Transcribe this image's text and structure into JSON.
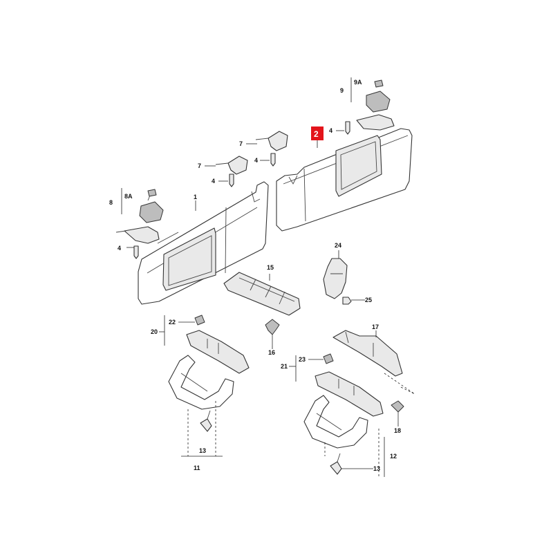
{
  "diagram": {
    "highlight": {
      "text": "2",
      "color": "#e3141b"
    },
    "labels": {
      "l1": "1",
      "l4a": "4",
      "l4b": "4",
      "l4c": "4",
      "l4d": "4",
      "l7a": "7",
      "l7b": "7",
      "l8": "8",
      "l8a": "8A",
      "l9": "9",
      "l9a": "9A",
      "l11": "11",
      "l12": "12",
      "l13a": "13",
      "l13b": "13",
      "l15": "15",
      "l16": "16",
      "l17": "17",
      "l18": "18",
      "l20": "20",
      "l21": "21",
      "l22": "22",
      "l23": "23",
      "l24": "24",
      "l25": "25"
    }
  }
}
